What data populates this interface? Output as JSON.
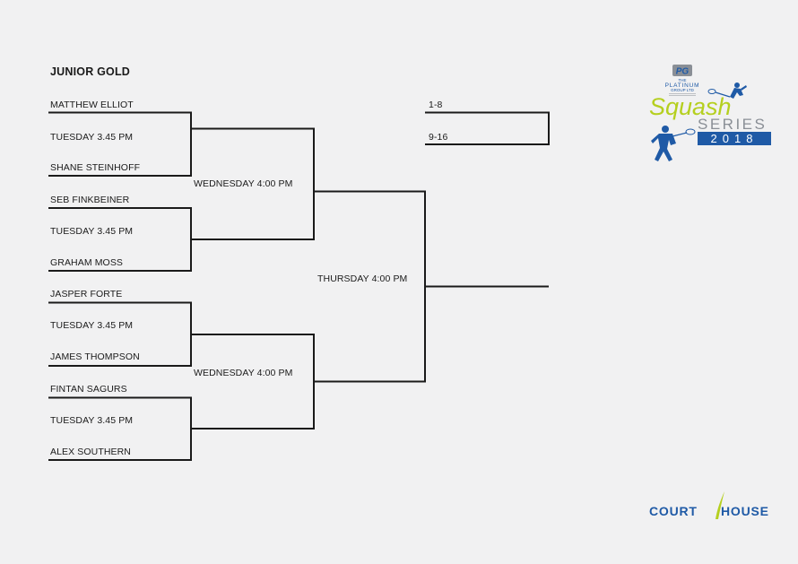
{
  "title": "JUNIOR GOLD",
  "round1": [
    {
      "player_top": "MATTHEW ELLIOT",
      "time": "TUESDAY 3.45 PM",
      "player_bottom": "SHANE STEINHOFF"
    },
    {
      "player_top": "SEB FINKBEINER",
      "time": "TUESDAY 3.45 PM",
      "player_bottom": "GRAHAM MOSS"
    },
    {
      "player_top": "JASPER FORTE",
      "time": "TUESDAY 3.45 PM",
      "player_bottom": "JAMES THOMPSON"
    },
    {
      "player_top": "FINTAN SAGURS",
      "time": "TUESDAY 3.45 PM",
      "player_bottom": "ALEX SOUTHERN"
    }
  ],
  "round2": [
    {
      "time": "WEDNESDAY 4:00 PM"
    },
    {
      "time": "WEDNESDAY 4:00 PM"
    }
  ],
  "final": {
    "time": "THURSDAY 4:00 PM"
  },
  "placing": {
    "top": "1-8",
    "bottom": "9-16"
  },
  "sponsor_logo": {
    "group_line1": "THE",
    "group_line2": "PLATINUM",
    "group_line3": "GROUP LTD",
    "word1": "Squash",
    "word2": "SERIES",
    "year": "2018"
  },
  "venue_logo": {
    "left": "COURT",
    "right": "HOUSE"
  },
  "colors": {
    "line": "#1a1a1a",
    "lime": "#b5cf1f",
    "blue": "#1f5aa6",
    "grey": "#8a8f96"
  }
}
